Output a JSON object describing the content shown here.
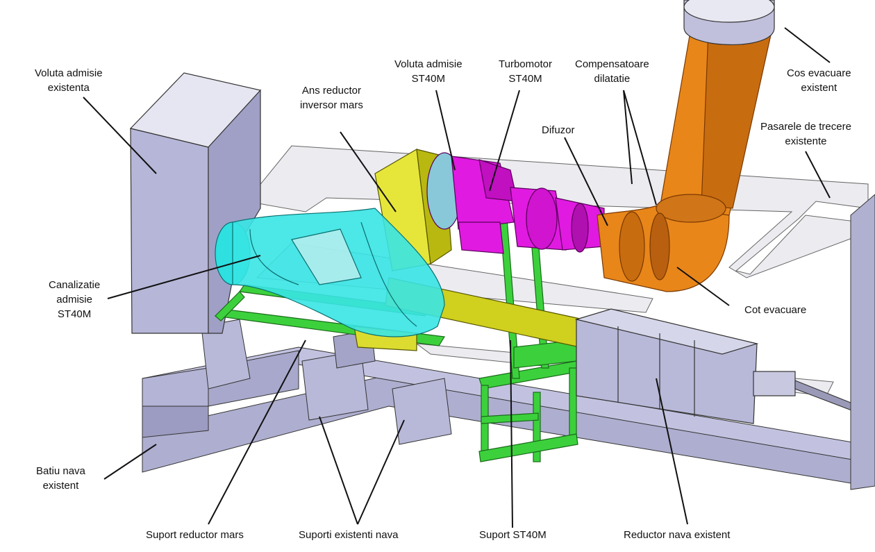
{
  "colors": {
    "steel": "#b8b8d8",
    "steel_dark": "#8e8eb2",
    "turbine": "#e01ae0",
    "duct": "#2ee0e0",
    "gearbox": "#d9d926",
    "exhaust": "#e8861a",
    "support": "#3cd13c",
    "glass": "#dcdce6"
  },
  "labels": {
    "voluta_existenta": [
      "Voluta admisie",
      "existenta"
    ],
    "ans_reductor": [
      "Ans reductor",
      "inversor mars"
    ],
    "voluta_st40m": [
      "Voluta admisie",
      "ST40M"
    ],
    "turbomotor": [
      "Turbomotor",
      "ST40M"
    ],
    "compensatoare": [
      "Compensatoare",
      "dilatatie"
    ],
    "cos_evacuare": [
      "Cos evacuare",
      "existent"
    ],
    "difuzor": [
      "Difuzor"
    ],
    "pasarele": [
      "Pasarele de trecere",
      "existente"
    ],
    "canalizatie": [
      "Canalizatie",
      "admisie",
      "ST40M"
    ],
    "cot_evacuare": [
      "Cot evacuare"
    ],
    "batiu": [
      "Batiu nava",
      "existent"
    ],
    "suport_reductor": [
      "Suport reductor mars"
    ],
    "suporti_existenti": [
      "Suporti existenti nava"
    ],
    "suport_st40m": [
      "Suport ST40M"
    ],
    "reductor_nava": [
      "Reductor nava existent"
    ]
  }
}
